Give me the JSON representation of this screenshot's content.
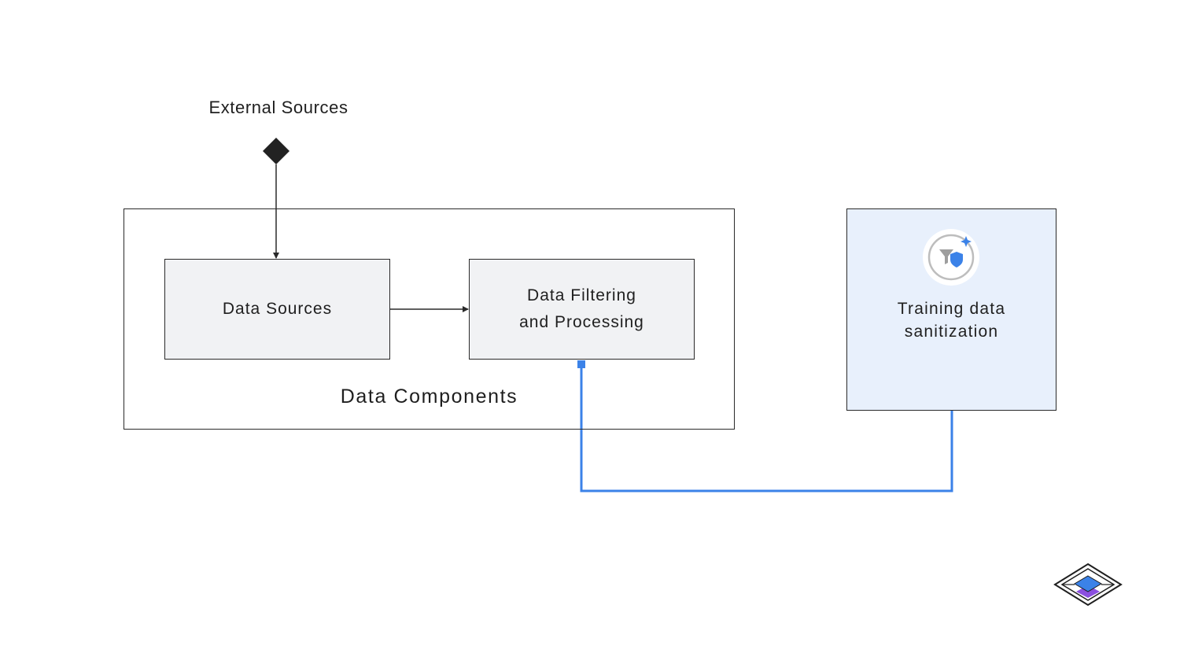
{
  "diagram": {
    "external_sources_label": "External Sources",
    "container_label": "Data Components",
    "nodes": {
      "data_sources": "Data Sources",
      "data_filtering": "Data Filtering\nand Processing",
      "training_sanitization": "Training data\nsanitization"
    },
    "colors": {
      "node_fill": "#f1f2f4",
      "sanitize_fill": "#e8f0fc",
      "accent_line": "#3b82e8",
      "stroke": "#2a2a2a"
    },
    "icons": {
      "sanitization": "filter-shield-sparkle-icon",
      "logo": "layered-diamond-logo-icon"
    }
  }
}
